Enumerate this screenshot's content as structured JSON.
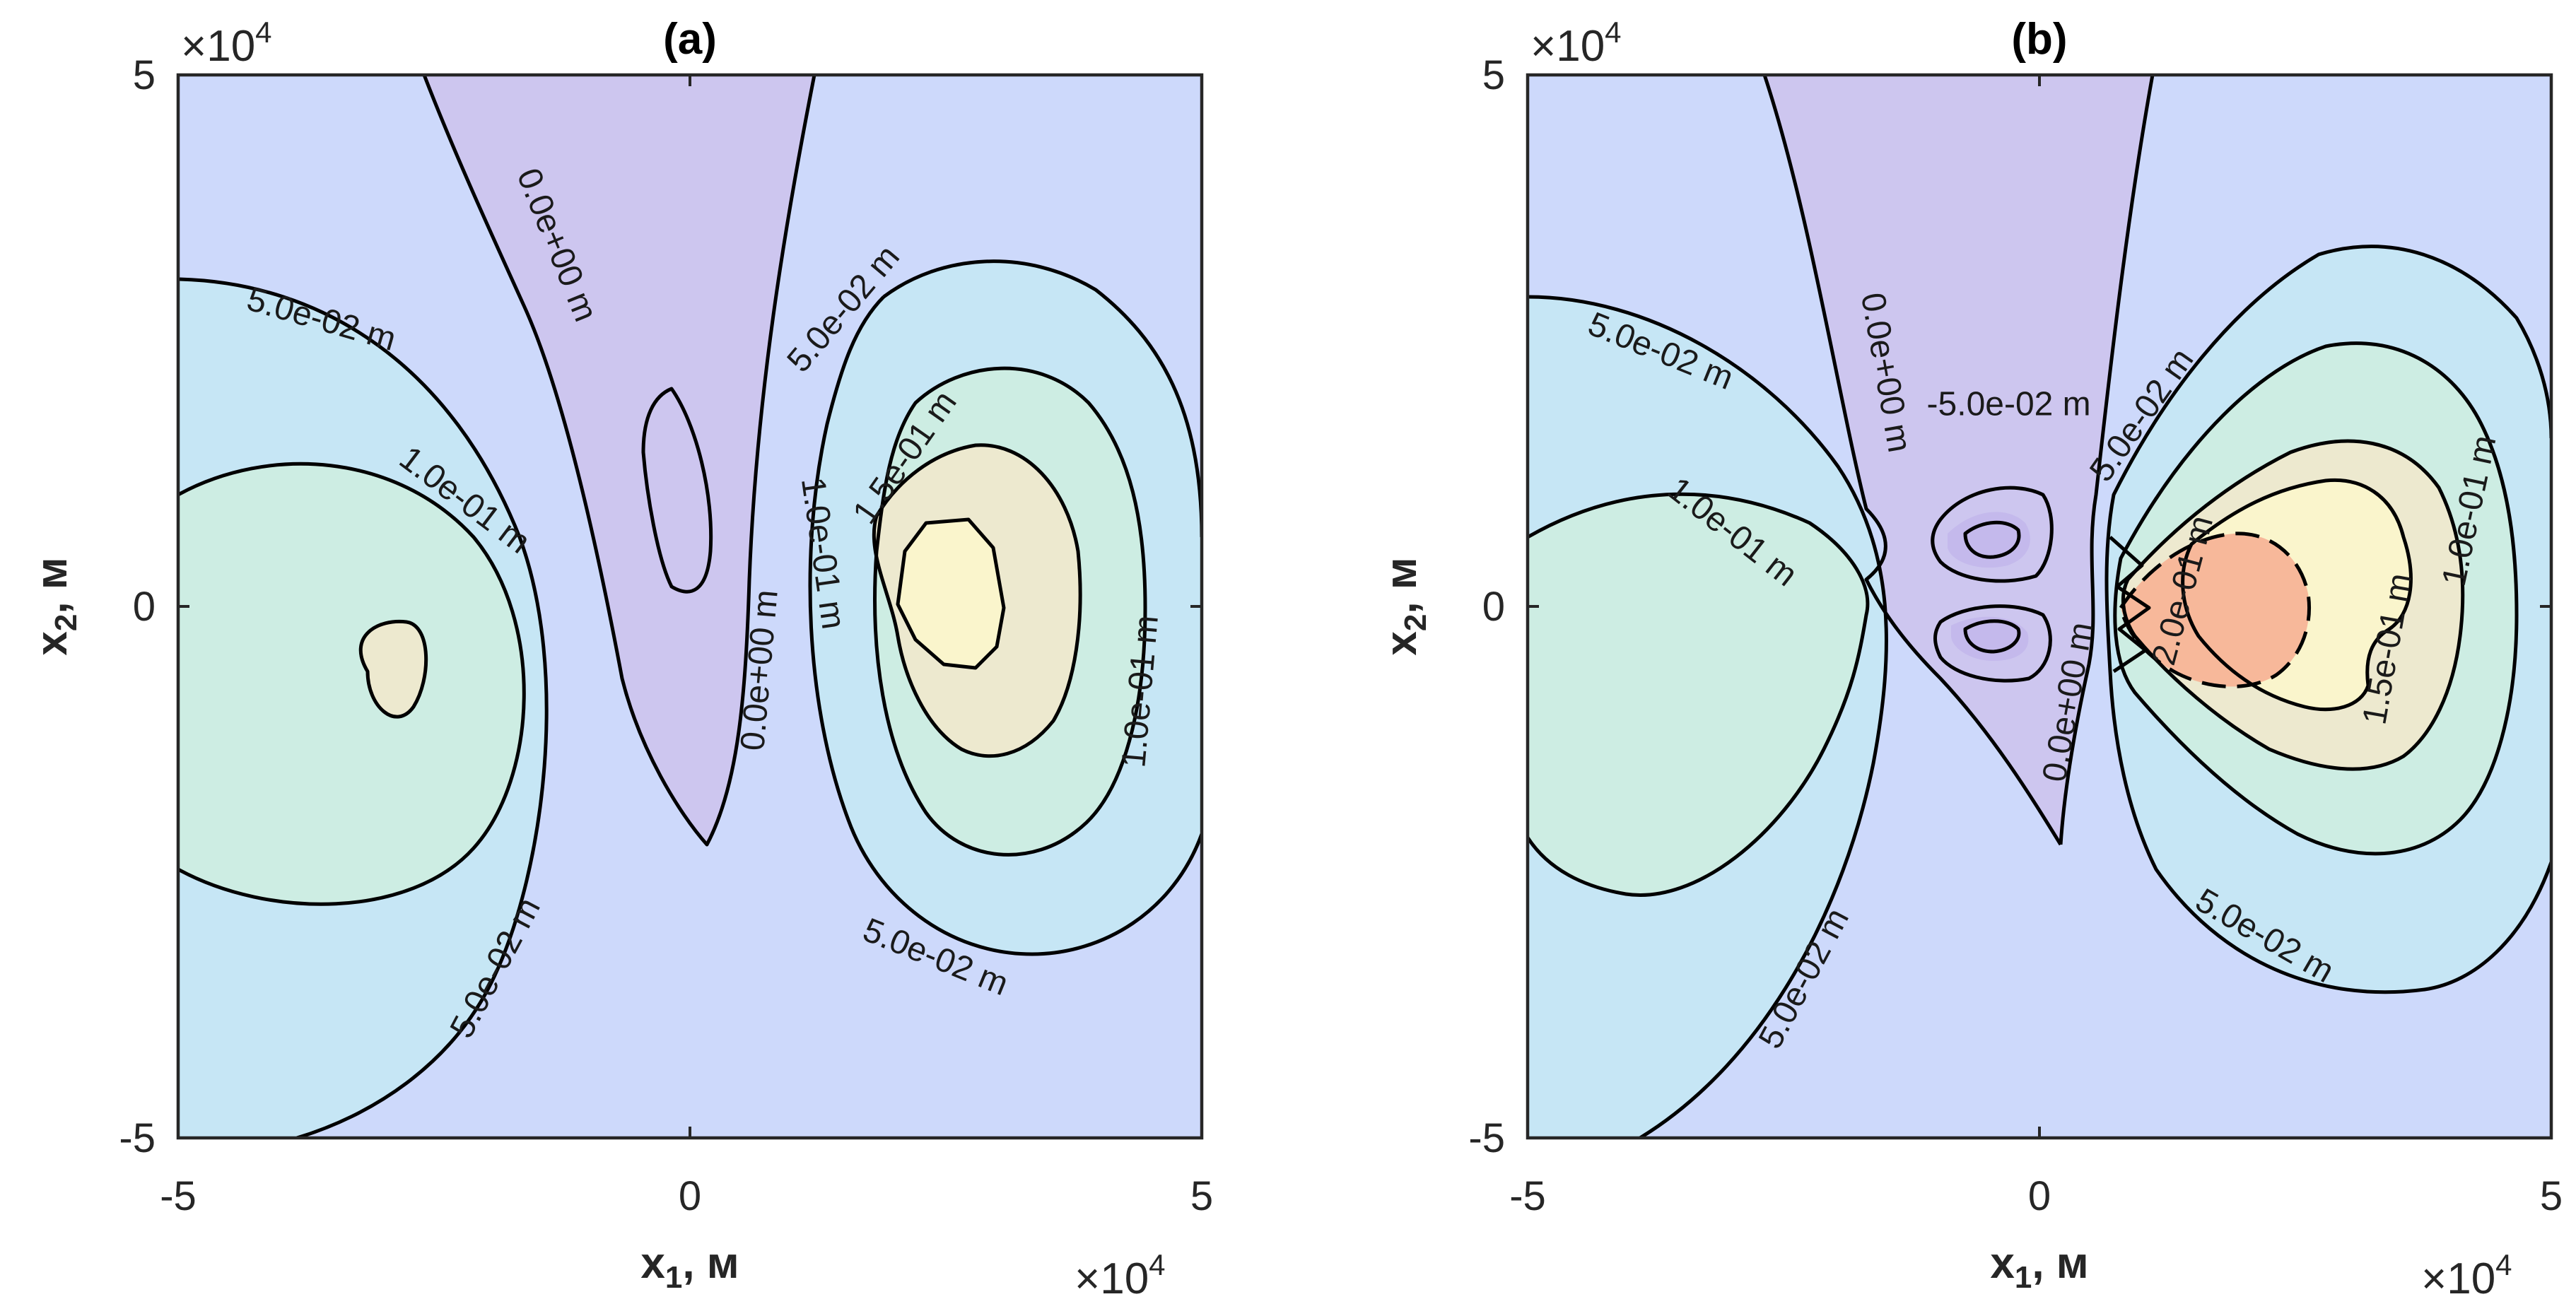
{
  "chart_data": [
    {
      "type": "contour",
      "title": "(a)",
      "xlabel": "x",
      "xlabel_sub": "1",
      "xlabel_unit": ", м",
      "ylabel": "x",
      "ylabel_sub": "2",
      "ylabel_unit": ", м",
      "xlim": [
        -50000,
        50000
      ],
      "ylim": [
        -50000,
        50000
      ],
      "xticks": [
        "-5",
        "0",
        "5"
      ],
      "yticks": [
        "5",
        "0",
        "-5"
      ],
      "x_multiplier": "×10",
      "x_multiplier_exp": "4",
      "y_multiplier": "×10",
      "y_multiplier_exp": "4",
      "levels": [
        0,
        0.05,
        0.1,
        0.15
      ],
      "contour_labels": [
        {
          "text": "5.0e-02 m",
          "x": -36000,
          "y": 27000,
          "angle": 16
        },
        {
          "text": "0.0e+00 m",
          "x": -13000,
          "y": 34000,
          "angle": 68
        },
        {
          "text": "1.0e-01 m",
          "x": -22000,
          "y": 10000,
          "angle": 37
        },
        {
          "text": "5.0e-02 m",
          "x": -19000,
          "y": -34000,
          "angle": -62
        },
        {
          "text": "5.0e-02 m",
          "x": 15000,
          "y": 28000,
          "angle": -50
        },
        {
          "text": "0.0e+00 m",
          "x": 6800,
          "y": -6000,
          "angle": -85
        },
        {
          "text": "1.0e-01 m",
          "x": 13000,
          "y": 5000,
          "angle": 82
        },
        {
          "text": "1.5e-01 m",
          "x": 21000,
          "y": 14000,
          "angle": -55
        },
        {
          "text": "1.0e-01 m",
          "x": 44000,
          "y": -8000,
          "angle": -85
        },
        {
          "text": "5.0e-02 m",
          "x": 24000,
          "y": -33000,
          "angle": 22
        }
      ]
    },
    {
      "type": "contour",
      "title": "(b)",
      "xlabel": "x",
      "xlabel_sub": "1",
      "xlabel_unit": ", м",
      "ylabel": "x",
      "ylabel_sub": "2",
      "ylabel_unit": ", м",
      "xlim": [
        -50000,
        50000
      ],
      "ylim": [
        -50000,
        50000
      ],
      "xticks": [
        "-5",
        "0",
        "5"
      ],
      "yticks": [
        "5",
        "0",
        "-5"
      ],
      "x_multiplier": "×10",
      "x_multiplier_exp": "4",
      "y_multiplier": "×10",
      "y_multiplier_exp": "4",
      "levels": [
        -0.05,
        0,
        0.05,
        0.1,
        0.15,
        0.2
      ],
      "contour_labels": [
        {
          "text": "5.0e-02 m",
          "x": -37000,
          "y": 24000,
          "angle": 22
        },
        {
          "text": "0.0e+00 m",
          "x": -15000,
          "y": 22000,
          "angle": 80
        },
        {
          "text": "-5.0e-02 m",
          "x": -3000,
          "y": 19000,
          "angle": 0
        },
        {
          "text": "1.0e-01 m",
          "x": -30000,
          "y": 7000,
          "angle": 38
        },
        {
          "text": "5.0e-02 m",
          "x": -23000,
          "y": -35000,
          "angle": -62
        },
        {
          "text": "5.0e-02 m",
          "x": 10000,
          "y": 18000,
          "angle": -55
        },
        {
          "text": "0.0e+00 m",
          "x": 2800,
          "y": -9000,
          "angle": -80
        },
        {
          "text": "2.0e-01 m",
          "x": 14000,
          "y": 1500,
          "angle": -75
        },
        {
          "text": "1.0e-01 m",
          "x": 42000,
          "y": 9000,
          "angle": -78
        },
        {
          "text": "1.5e-01 m",
          "x": 34000,
          "y": -4000,
          "angle": -80
        },
        {
          "text": "5.0e-02 m",
          "x": 22000,
          "y": -31000,
          "angle": 30
        }
      ]
    }
  ],
  "colors": {
    "below_zero": "#cdc6ef",
    "level_0_005": "#cdd9fb",
    "level_005_010": "#c6e6f5",
    "level_010_015": "#cdede3",
    "level_015_020": "#ede9cf",
    "level_020_plus": "#faf5cc",
    "peak": "#f7b89a"
  }
}
